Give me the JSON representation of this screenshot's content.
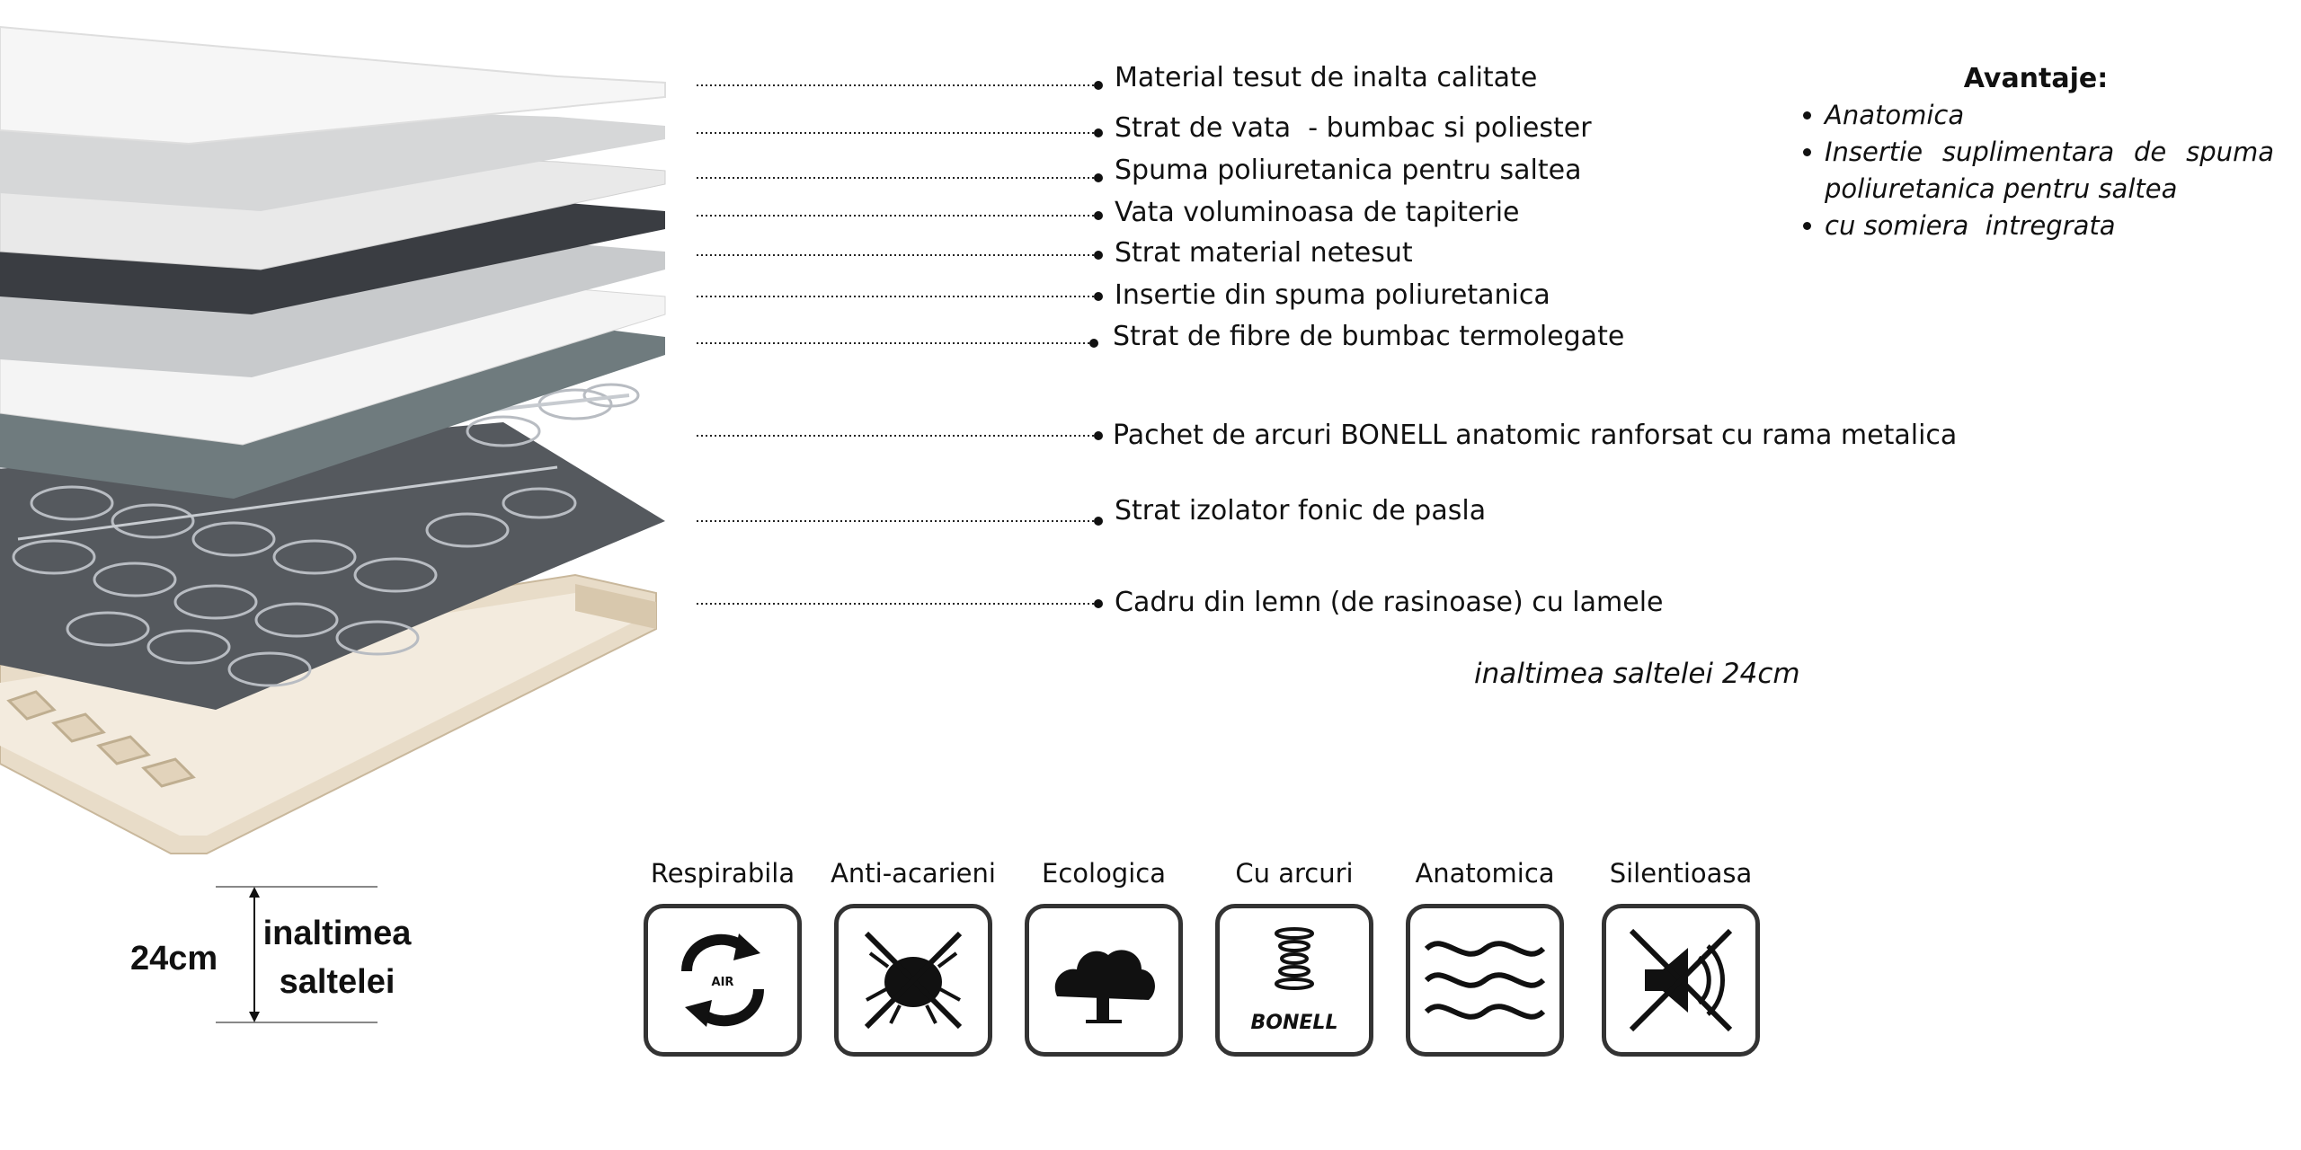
{
  "layers": [
    "Material tesut de inalta calitate",
    "Strat de vata  - bumbac si poliester",
    "Spuma poliuretanica pentru saltea",
    "Vata voluminoasa de tapiterie",
    "Strat material netesut",
    "Insertie din spuma poliuretanica",
    "Strat de fibre de bumbac termolegate",
    "Pachet de arcuri BONELL anatomic ranforsat cu rama metalica",
    "Strat izolator fonic de pasla",
    "Cadru din lemn (de rasinoase) cu lamele"
  ],
  "advantages": {
    "title": "Avantaje:",
    "items": [
      "Anatomica",
      "Insertie suplimentara de spuma poliuretanica pentru saltea",
      "cu somiera  intregrata"
    ]
  },
  "height_note": "inaltimea saltelei 24cm",
  "dimension": {
    "value": "24cm",
    "label_line1": "inaltimea",
    "label_line2": "saltelei"
  },
  "features": [
    {
      "label": "Respirabila",
      "icon": "air-circulation-icon",
      "icon_text": "AIR"
    },
    {
      "label": "Anti-acarieni",
      "icon": "no-mites-icon"
    },
    {
      "label": "Ecologica",
      "icon": "tree-icon"
    },
    {
      "label": "Cu arcuri",
      "icon": "spring-icon",
      "icon_text": "BONELL"
    },
    {
      "label": "Anatomica",
      "icon": "waves-icon"
    },
    {
      "label": "Silentioasa",
      "icon": "no-sound-icon"
    }
  ],
  "colors": {
    "text": "#111111",
    "icon_border": "#333333",
    "wood": "#e8dcc8",
    "felt": "#5a5e63",
    "dark_layer": "#3a3d42"
  }
}
